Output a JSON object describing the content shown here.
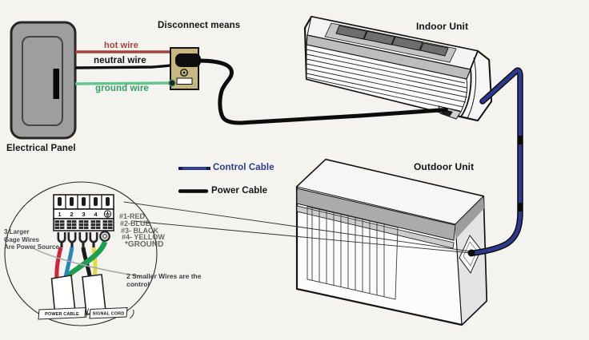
{
  "labels": {
    "electrical_panel": "Electrical Panel",
    "disconnect_means": "Disconnect means",
    "hot_wire": "hot wire",
    "neutral_wire": "neutral wire",
    "ground_wire": "ground wire",
    "indoor_unit": "Indoor Unit",
    "outdoor_unit": "Outdoor Unit"
  },
  "legend": {
    "control_cable": "Control Cable",
    "power_cable": "Power Cable"
  },
  "detail": {
    "terminals": [
      "1",
      "2",
      "3",
      "4"
    ],
    "wire_key": [
      "#1-RED",
      "#2-BLUE",
      "#3- BLACK",
      "#4- YELLOW",
      "*GROUND"
    ],
    "power_note": [
      "3 Larger",
      "Gage Wires",
      "Are Power Source"
    ],
    "control_note": [
      "2 Smaller Wires are the",
      "control"
    ],
    "power_cable_tag": "POWER CABLE",
    "signal_cord_tag": "SIGNAL CORD"
  },
  "colors": {
    "hot_wire": "#ab4038",
    "neutral_wire": "#141414",
    "ground_wire": "#63c48c",
    "control_cable": "#2b3a90",
    "power_cable": "#0c0c0c",
    "disconnect_box": "#c7b87f",
    "panel_gray": "#9e9e9e",
    "wire_red": "#d02337",
    "wire_blue": "#2887b8",
    "wire_black": "#1a1a1a",
    "wire_yellow": "#e3dc35",
    "wire_green": "#1e9e53"
  }
}
